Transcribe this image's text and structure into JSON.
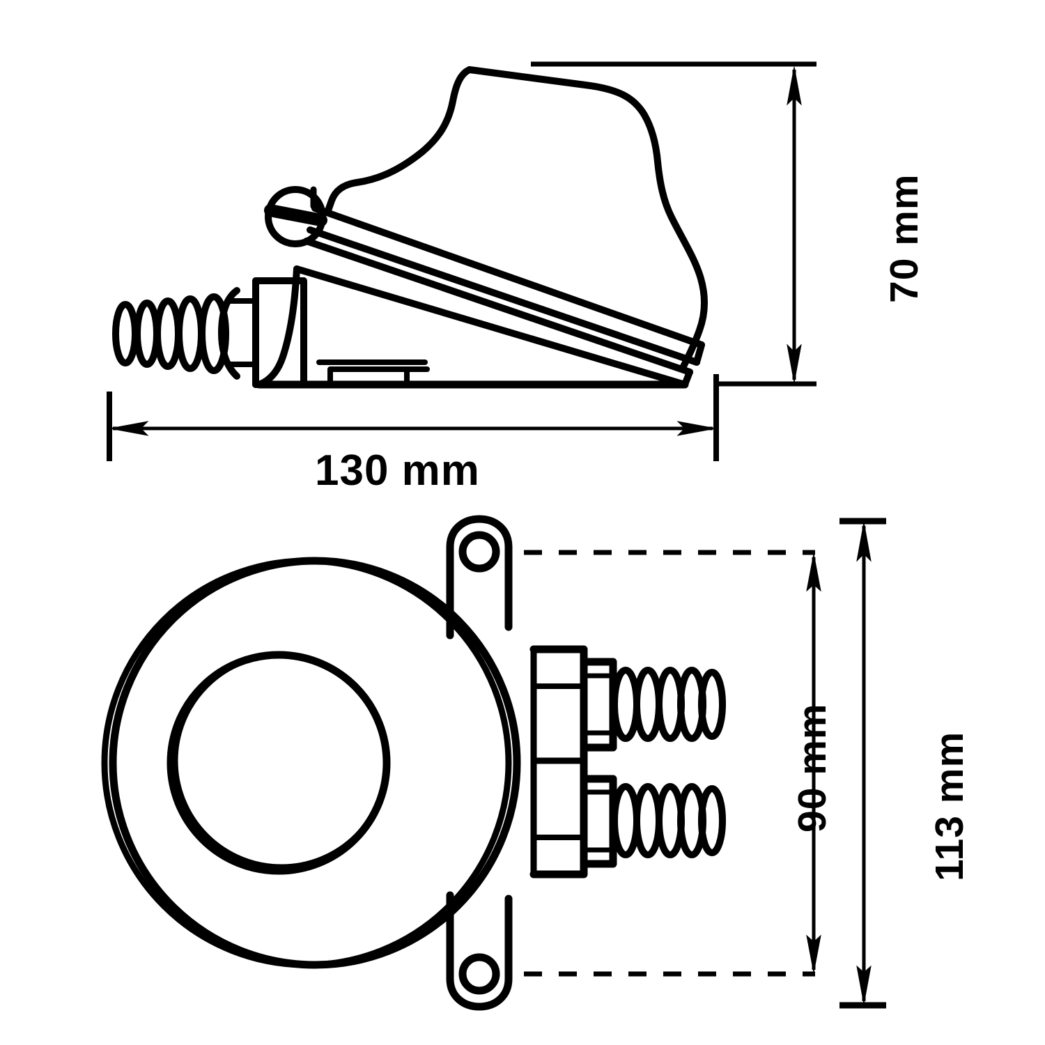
{
  "drawing": {
    "title": "Enclosure dimensional drawing",
    "line_color": "#000000",
    "background_color": "#ffffff",
    "views": [
      {
        "name": "side-elevation-view",
        "description": "Side elevation of domed enclosure with cable gland on left and mounting base"
      },
      {
        "name": "plan-view",
        "description": "Plan view showing circular body, concentric inner circle, two mounting ears with holes and two cable glands on the right"
      }
    ]
  },
  "dimensions": {
    "width": {
      "value": "130 mm",
      "view": "side-elevation-view",
      "orientation": "horizontal"
    },
    "height": {
      "value": "70 mm",
      "view": "side-elevation-view",
      "orientation": "vertical"
    },
    "mounting_hole_spacing": {
      "value": "90 mm",
      "view": "plan-view",
      "orientation": "vertical"
    },
    "overall_depth": {
      "value": "113 mm",
      "view": "plan-view",
      "orientation": "vertical"
    }
  }
}
